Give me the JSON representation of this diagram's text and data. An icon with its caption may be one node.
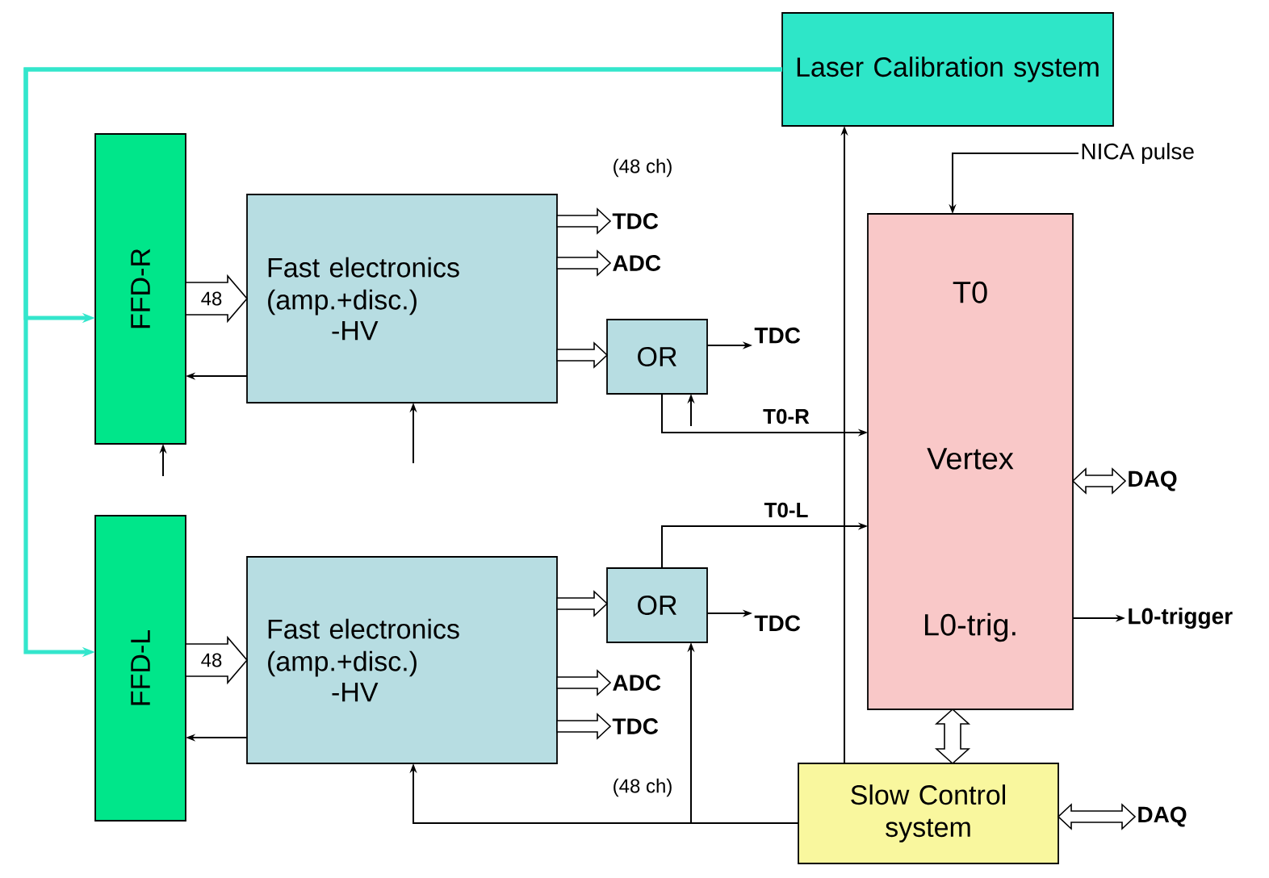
{
  "diagram": {
    "nodes": [
      {
        "text": [
          "Laser Calibration system"
        ]
      },
      {
        "text": [
          "FFD-R"
        ]
      },
      {
        "text": [
          "Fast electronics (amp.+disc.)",
          "-HV"
        ]
      },
      {
        "text": [
          "OR"
        ]
      },
      {
        "text": [
          "T0",
          "Vertex",
          "L0-trig."
        ]
      },
      {
        "text": [
          "FFD-L"
        ]
      },
      {
        "text": [
          "Fast electronics (amp.+disc.)",
          "-HV"
        ]
      },
      {
        "text": [
          "OR"
        ]
      },
      {
        "text": [
          "Slow Control system"
        ]
      },
      {
        "text": [
          "TDC"
        ]
      },
      {
        "text": [
          "ADC"
        ]
      },
      {
        "text": [
          "TDC"
        ]
      },
      {
        "text": [
          "NICA pulse"
        ]
      },
      {
        "text": [
          "DAQ"
        ]
      },
      {
        "text": [
          "L0-trigger"
        ]
      },
      {
        "text": [
          "TDC"
        ]
      },
      {
        "text": [
          "ADC"
        ]
      },
      {
        "text": [
          "TDC"
        ]
      },
      {
        "text": [
          "DAQ"
        ]
      }
    ],
    "edges": [
      {
        "from": 0,
        "to": 1,
        "arrow": "to",
        "style": "thick",
        "color": "#33e6cc"
      },
      {
        "from": 0,
        "to": 5,
        "arrow": "to",
        "style": "thick",
        "color": "#33e6cc"
      },
      {
        "from": 1,
        "to": 2,
        "arrow": "to",
        "style": "thick",
        "label": "48"
      },
      {
        "from": 2,
        "to": 1,
        "arrow": "to"
      },
      {
        "from": 2,
        "to": 9,
        "arrow": "to",
        "style": "thick"
      },
      {
        "from": 2,
        "to": 10,
        "arrow": "to",
        "style": "thick"
      },
      {
        "from": 2,
        "to": 3,
        "arrow": "to",
        "style": "thick"
      },
      {
        "from": 3,
        "to": 11,
        "arrow": "to"
      },
      {
        "from": 3,
        "to": 4,
        "arrow": "to",
        "label": "T0-R"
      },
      {
        "from": null,
        "to": 1,
        "arrow": "to"
      },
      {
        "from": null,
        "to": 2,
        "arrow": "to"
      },
      {
        "from": null,
        "to": 3,
        "arrow": "to"
      },
      {
        "from": 8,
        "to": 0,
        "arrow": "to"
      },
      {
        "from": 12,
        "to": 4,
        "arrow": "to"
      },
      {
        "from": 4,
        "to": 13,
        "arrow": "both",
        "style": "thick"
      },
      {
        "from": 4,
        "to": 14,
        "arrow": "to"
      },
      {
        "from": 4,
        "to": 8,
        "arrow": "both",
        "style": "thick"
      },
      {
        "from": 7,
        "to": 4,
        "arrow": "to",
        "label": "T0-L"
      },
      {
        "from": 7,
        "to": 15,
        "arrow": "to"
      },
      {
        "from": 6,
        "to": 7,
        "arrow": "to",
        "style": "thick"
      },
      {
        "from": 6,
        "to": 16,
        "arrow": "to",
        "style": "thick"
      },
      {
        "from": 6,
        "to": 17,
        "arrow": "to",
        "style": "thick"
      },
      {
        "from": 5,
        "to": 6,
        "arrow": "to",
        "style": "thick",
        "label": "48"
      },
      {
        "from": 6,
        "to": 5,
        "arrow": "to"
      },
      {
        "from": 8,
        "to": 7,
        "arrow": "to"
      },
      {
        "from": 8,
        "to": 6,
        "arrow": "to"
      },
      {
        "from": 8,
        "to": 18,
        "arrow": "both",
        "style": "thick"
      }
    ],
    "labels": [
      "(48 ch)",
      "(48 ch)"
    ]
  }
}
